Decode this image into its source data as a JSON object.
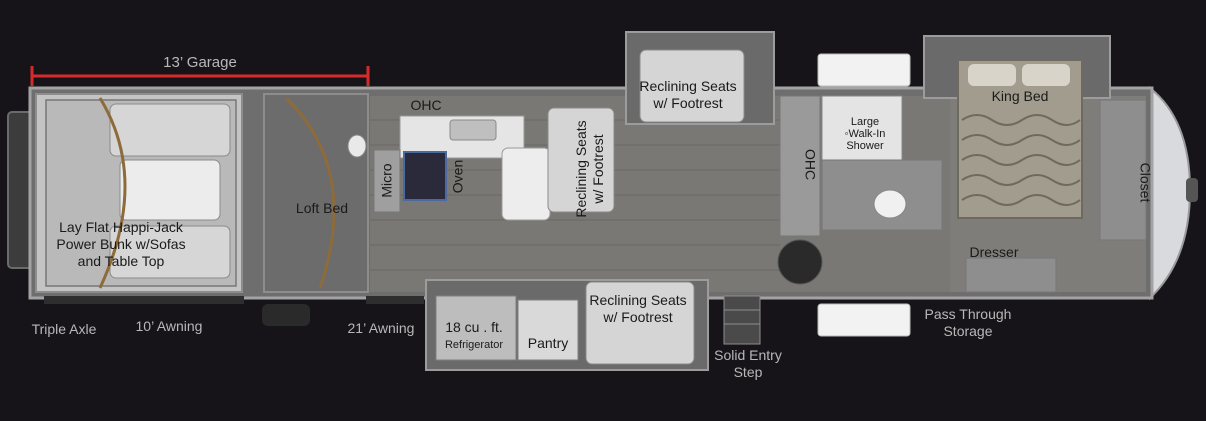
{
  "colors": {
    "background": "#171419",
    "wall": "#8d8d8d",
    "floor": "#7a7874",
    "garage_floor": "#c4c4c4",
    "dimension_line": "#d52b2b"
  },
  "labels": {
    "garage_dimension": "13’ Garage",
    "happi_jack": "Lay Flat Happi-Jack\nPower Bunk w/Sofas\nand Table Top",
    "loft_bed": "Loft Bed",
    "ohc_kitchen": "OHC",
    "micro": "Micro",
    "oven": "Oven",
    "reclining_top": "Reclining Seats\nw/ Footrest",
    "reclining_side": "Reclining Seats\nw/ Footrest",
    "reclining_bottom": "Reclining Seats\nw/ Footrest",
    "ohc_bath": "OHC",
    "shower": "Large\n◦Walk-In\nShower",
    "king_bed": "King Bed",
    "closet": "Closet",
    "dresser": "Dresser",
    "refrigerator_size": "18 cu . ft.",
    "refrigerator": "Refrigerator",
    "pantry": "Pantry",
    "triple_axle": "Triple Axle",
    "awning_10": "10’ Awning",
    "awning_21": "21’ Awning",
    "solid_entry_step": "Solid Entry\nStep",
    "pass_through_storage": "Pass Through\nStorage"
  }
}
